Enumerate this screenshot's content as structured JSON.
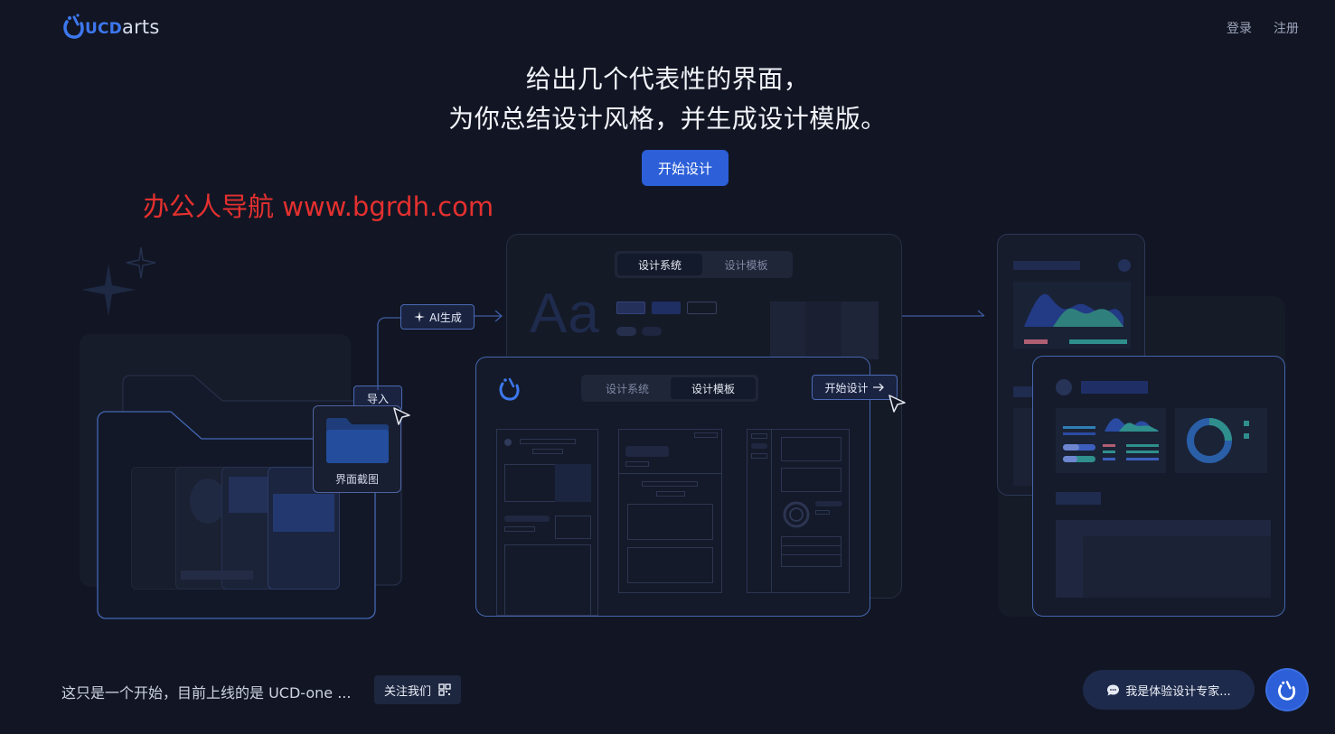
{
  "header": {
    "logo": {
      "prefix": "UCD",
      "suffix": "arts"
    },
    "nav": {
      "login": "登录",
      "register": "注册"
    }
  },
  "hero": {
    "line1": "给出几个代表性的界面，",
    "line2": "为你总结设计风格，并生成设计模版。",
    "cta": "开始设计"
  },
  "watermark": "办公人导航 www.bgrdh.com",
  "illustration": {
    "import_label": "导入",
    "screenshot_label": "界面截图",
    "ai_label": "AI生成",
    "back_tabs": [
      "设计系统",
      "设计模板"
    ],
    "front_tabs": [
      "设计系统",
      "设计模板"
    ],
    "typography_sample": "Aa",
    "start_chip": "开始设计"
  },
  "footer": {
    "intro": "这只是一个开始，目前上线的是 UCD-one ...",
    "follow": "关注我们",
    "expert": "我是体验设计专家..."
  },
  "colors": {
    "accent": "#2c5fd8",
    "background": "#121624",
    "watermark": "#e4302f"
  },
  "icons": [
    "logo-mark-icon",
    "sparkle-icon",
    "qr-code-icon",
    "chat-bubble-icon",
    "cursor-icon",
    "folder-icon",
    "arrow-right-icon"
  ]
}
